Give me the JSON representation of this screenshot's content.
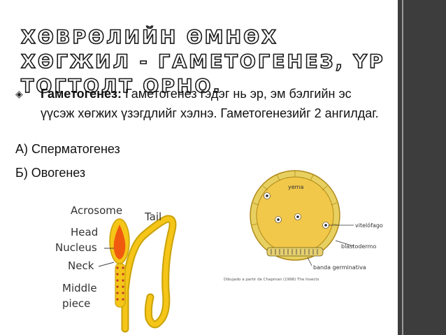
{
  "slide": {
    "title": "Хөврөлийн өмнөх хөгжил - Гаметогенез, үр тогтолт орно."
  },
  "bullet": {
    "term": "Гаметогенез:",
    "text": "Гаметогенез гэдэг нь эр, эм бэлгийн эс үүсэж хөгжих үзэгдлийг хэлнэ. Гаметогенезийг   2 ангилдаг."
  },
  "list": {
    "item_a": "А) Сперматогенез",
    "item_b": "Б) Овогенез"
  },
  "sperm_diagram": {
    "acrosome": "Acrosome",
    "tail": "Tail",
    "head": "Head",
    "nucleus": "Nucleus",
    "neck": "Neck",
    "middle": "Middle",
    "piece": "piece"
  },
  "egg_diagram": {
    "yema": "yema",
    "vitelofago": "vitelófago",
    "blastodermo": "blastodermo",
    "banda": "banda germinativa",
    "credit": "Dibujado a partir de Chapman (1998) The Insects"
  },
  "colors": {
    "sidebar": "#3d3d3d",
    "egg_fill": "#f2c84a",
    "sperm_fill": "#f5c518",
    "sperm_head": "#f05a0f"
  }
}
